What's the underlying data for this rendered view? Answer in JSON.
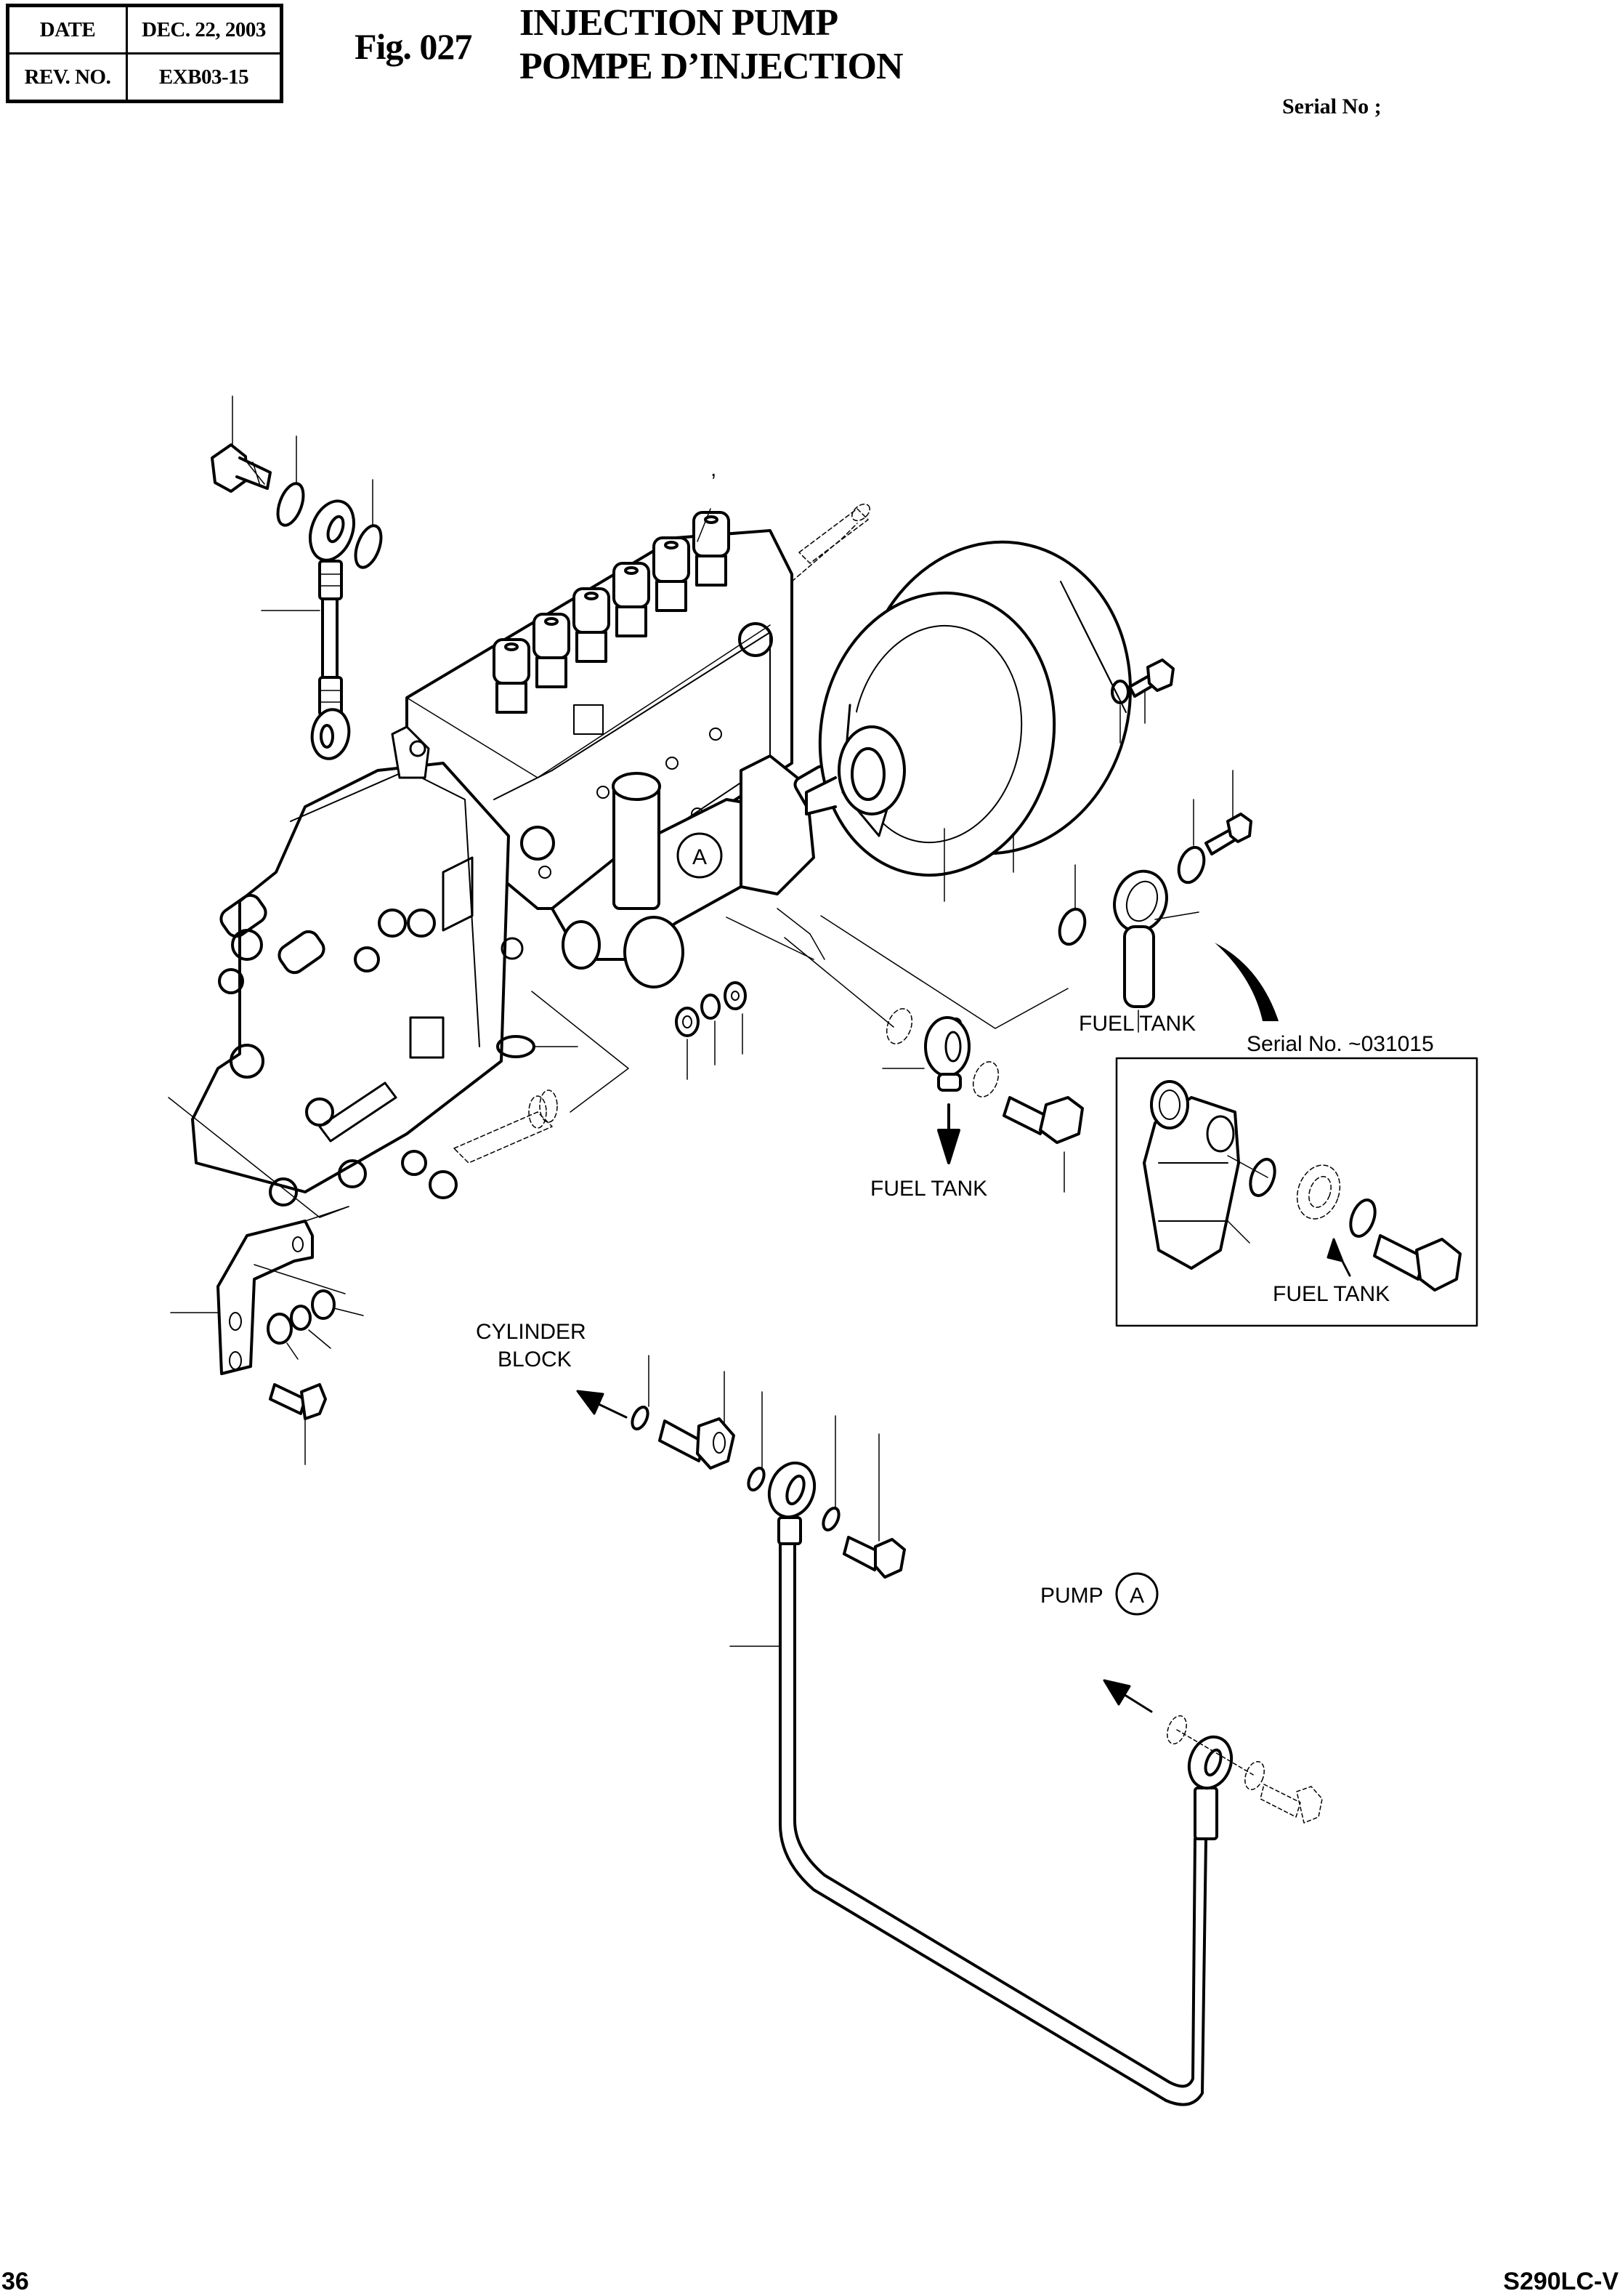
{
  "header": {
    "info_table": {
      "date_label": "DATE",
      "date_value": "DEC.  22, 2003",
      "rev_label": "REV. NO.",
      "rev_value": "EXB03-15"
    },
    "figure_number": "Fig. 027",
    "title_en": "INJECTION PUMP",
    "title_fr": "POMPE D’INJECTION",
    "serial_label": "Serial No ;"
  },
  "drawing": {
    "labels": {
      "fuel_tank_upper": "FUEL TANK",
      "fuel_tank_middle": "FUEL TANK",
      "fuel_tank_inset": "FUEL TANK",
      "inset_serial": "Serial No. ~031015",
      "cylinder_block_line1": "CYLINDER",
      "cylinder_block_line2": "BLOCK",
      "pump_ref": "PUMP",
      "callout_a_pump": "A",
      "callout_a_ref": "A",
      "stray_mark": ","
    }
  },
  "footer": {
    "page_number": "36",
    "model_code": "S290LC-V"
  }
}
